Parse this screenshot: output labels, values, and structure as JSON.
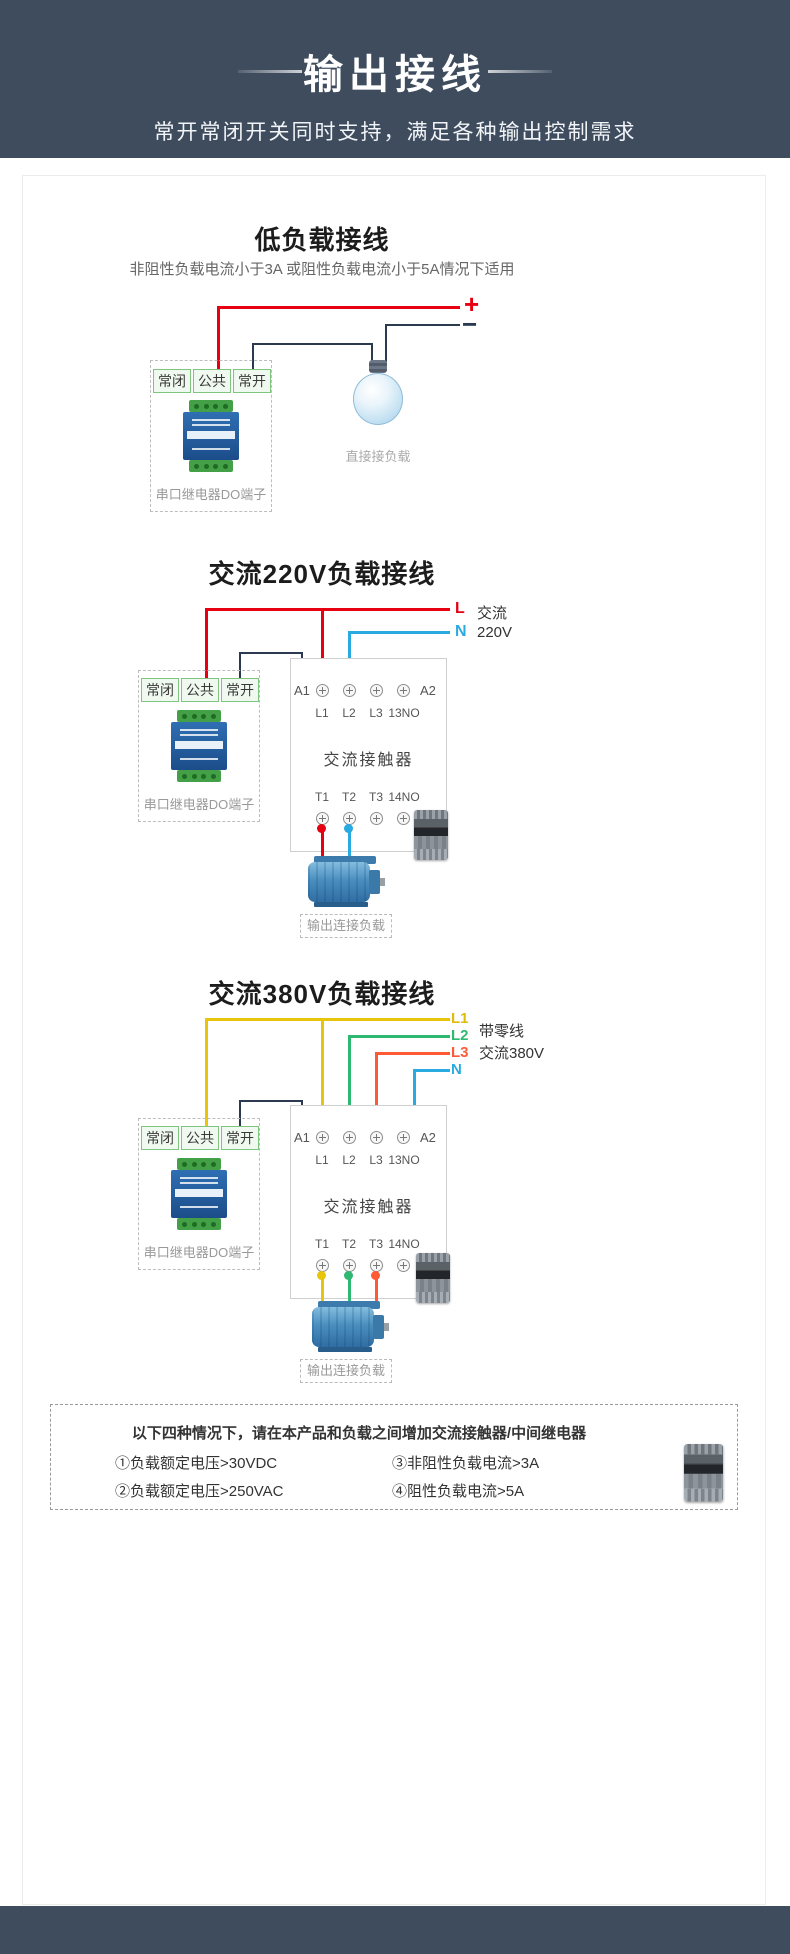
{
  "header": {
    "title": "输出接线",
    "subtitle": "常开常闭开关同时支持，满足各种输出控制需求"
  },
  "relay": {
    "nc": "常闭",
    "com": "公共",
    "no": "常开",
    "caption": "串口继电器DO端子"
  },
  "sections": {
    "low": {
      "title": "低负载接线",
      "subtitle": "非阻性负载电流小于3A 或阻性负载电流小于5A情况下适用",
      "plus": "+",
      "minus": "−",
      "load_label": "直接接负载"
    },
    "v220": {
      "title": "交流220V负载接线",
      "phase_l": "L",
      "phase_n": "N",
      "supply_line1": "交流",
      "supply_line2": "220V",
      "load_label": "输出连接负载"
    },
    "v380": {
      "title": "交流380V负载接线",
      "phase_l1": "L1",
      "phase_l2": "L2",
      "phase_l3": "L3",
      "phase_n": "N",
      "supply_line1": "带零线",
      "supply_line2": "交流380V",
      "load_label": "输出连接负载"
    }
  },
  "contactor": {
    "a1": "A1",
    "a2": "A2",
    "top_labels": [
      "L1",
      "L2",
      "L3",
      "13NO"
    ],
    "name": "交流接触器",
    "bottom_labels": [
      "T1",
      "T2",
      "T3",
      "14NO"
    ]
  },
  "note": {
    "title": "以下四种情况下，请在本产品和负载之间增加交流接触器/中间继电器",
    "items": [
      "①负载额定电压>30VDC",
      "②负载额定电压>250VAC",
      "③非阻性负载电流>3A",
      "④阻性负载电流>5A"
    ]
  },
  "colors": {
    "header_bg": "#3E4C5E",
    "live_red": "#E60012",
    "neutral_blue": "#29ABE2",
    "dark_wire": "#2C3A50",
    "phase_l1_yellow": "#E8C40A",
    "phase_l2_green": "#2EB872",
    "phase_l3_orange": "#FF5A36",
    "terminal_green": "#7FC47F",
    "relay_blue": "#2A67AD"
  }
}
